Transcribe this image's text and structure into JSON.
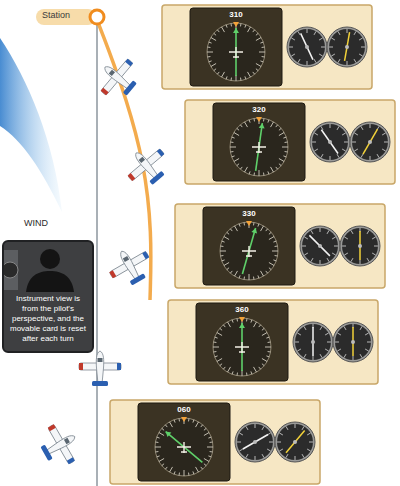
{
  "diagram": {
    "nodes": [
      {
        "text": [
          "Instrument view is from the pilot's perspective, and the movable card is reset after each turn"
        ]
      }
    ],
    "labels": [
      "Station",
      "WIND",
      "310",
      "320",
      "330",
      "360",
      "060"
    ]
  }
}
